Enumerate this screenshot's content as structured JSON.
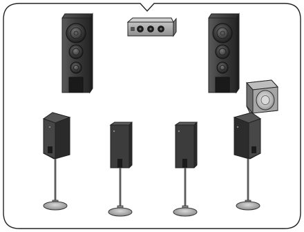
{
  "scene": {
    "callout_panel": {
      "icon": "speech-callout-frame"
    },
    "devices": [
      {
        "id": "receiver",
        "icon": "av-receiver-icon"
      },
      {
        "id": "front-left",
        "icon": "floor-tower-speaker-icon"
      },
      {
        "id": "front-right",
        "icon": "floor-tower-speaker-icon"
      },
      {
        "id": "subwoofer",
        "icon": "subwoofer-icon"
      },
      {
        "id": "surround-1",
        "icon": "satellite-speaker-on-stand-icon"
      },
      {
        "id": "surround-2",
        "icon": "satellite-speaker-on-stand-icon"
      },
      {
        "id": "surround-3",
        "icon": "satellite-speaker-on-stand-icon"
      },
      {
        "id": "surround-4",
        "icon": "satellite-speaker-on-stand-icon"
      }
    ]
  },
  "colors": {
    "outline": "#222222",
    "cabinet_dark": "#2e2e2e",
    "cabinet_mid": "#4a4a4a",
    "cabinet_light": "#6b6b6b",
    "receiver_body": "#a9a9a9",
    "subwoofer_body": "#8f8f8f",
    "subwoofer_cone": "#c9c9c9",
    "stand_metal": "#9a9a9a"
  }
}
